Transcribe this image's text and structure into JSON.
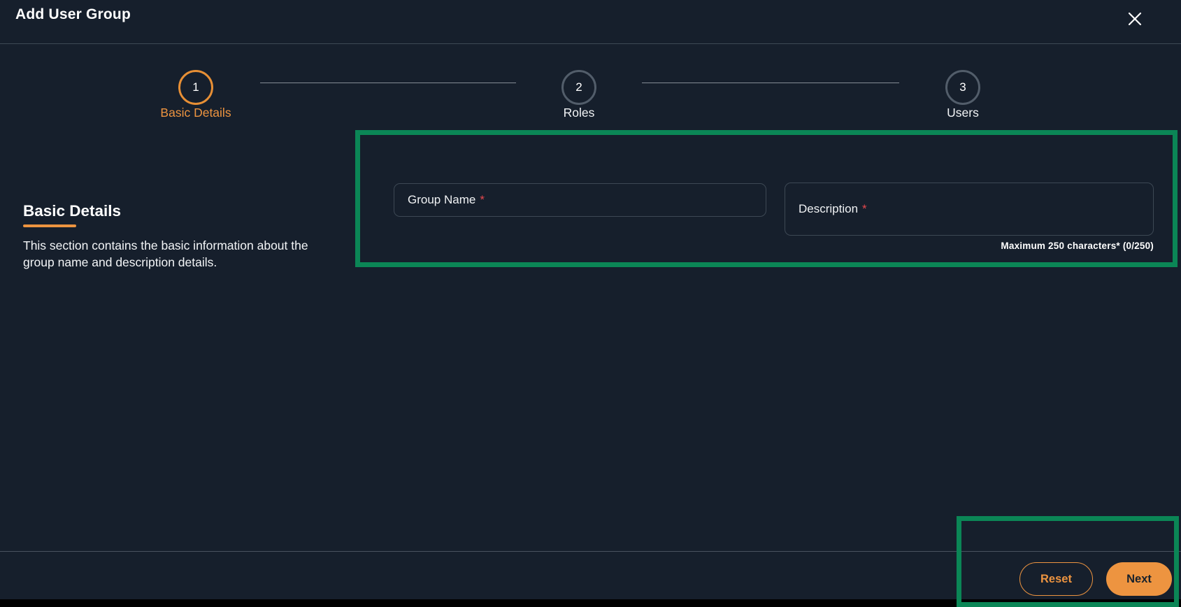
{
  "dialog": {
    "title": "Add User Group",
    "close_icon": "x"
  },
  "stepper": {
    "steps": [
      {
        "number": "1",
        "label": "Basic Details",
        "state": "active"
      },
      {
        "number": "2",
        "label": "Roles",
        "state": "inactive"
      },
      {
        "number": "3",
        "label": "Users",
        "state": "inactive"
      }
    ]
  },
  "section": {
    "heading": "Basic Details",
    "description": "This section contains the basic information about the group name and description details."
  },
  "form": {
    "group_name": {
      "label": "Group Name",
      "required_marker": "*",
      "value": ""
    },
    "description": {
      "label": "Description",
      "required_marker": "*",
      "value": "",
      "helper_text": "Maximum 250 characters* (0/250)"
    }
  },
  "footer": {
    "reset_label": "Reset",
    "next_label": "Next"
  },
  "colors": {
    "accent_orange": "#ED9440",
    "annotation_green": "#0B8656",
    "background_navy": "#161F2C",
    "required_red": "#E5484D"
  }
}
